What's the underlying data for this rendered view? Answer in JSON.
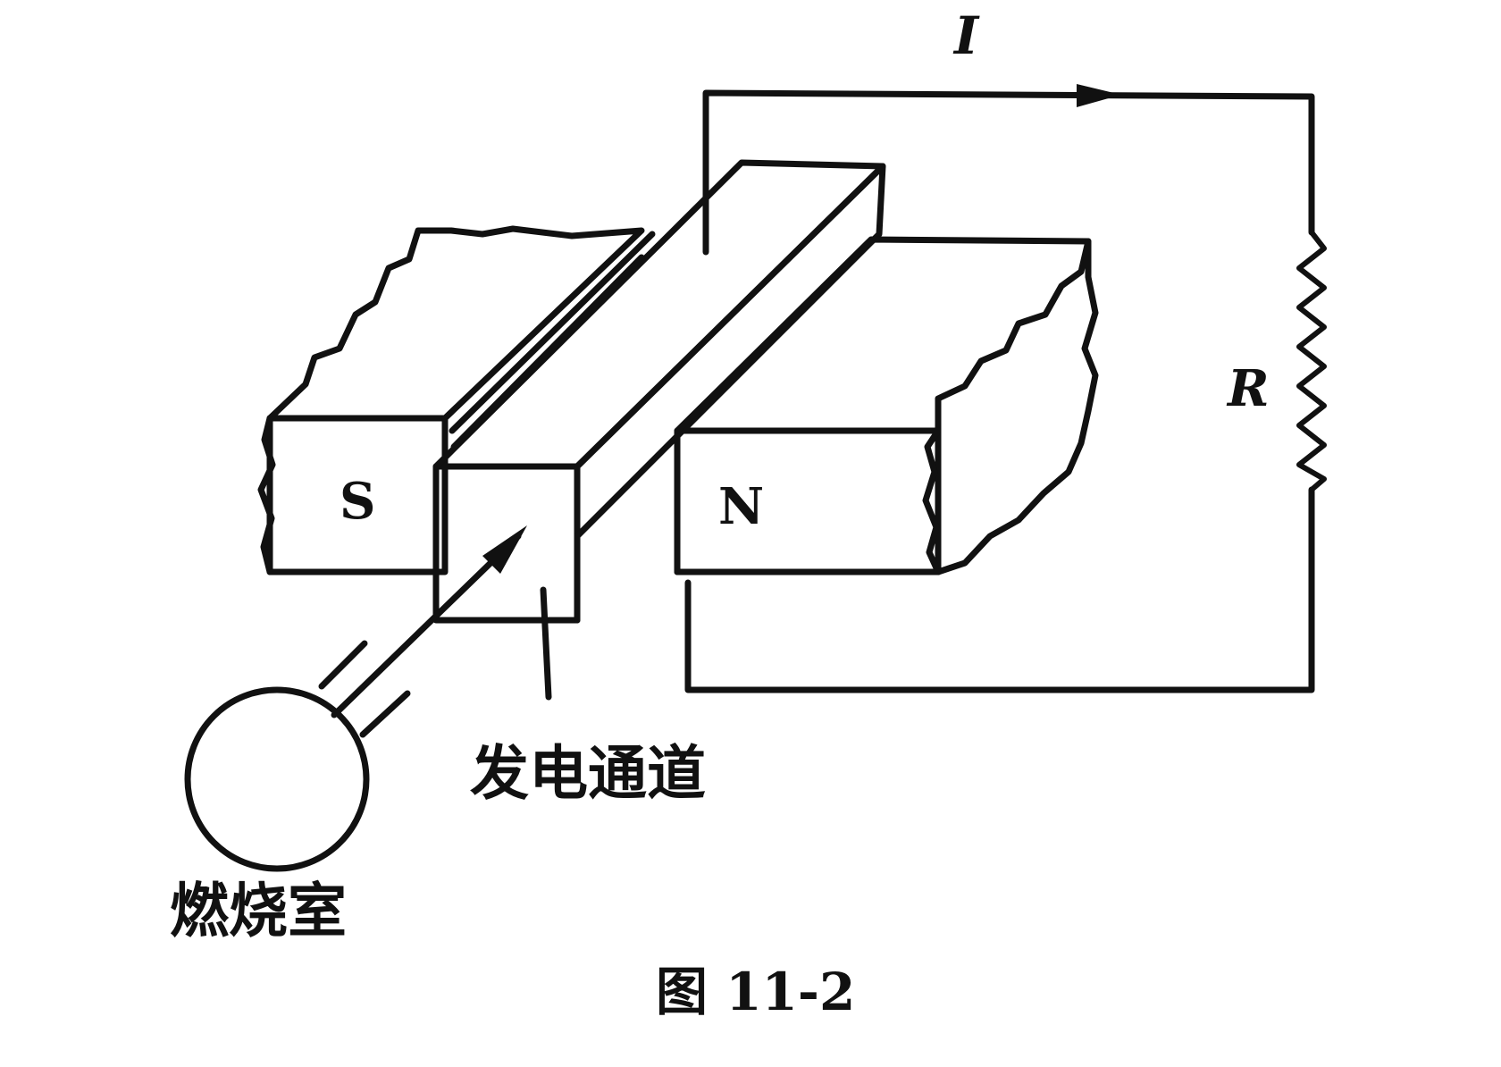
{
  "diagram": {
    "current_label": "I",
    "resistor_label": "R",
    "magnet_s_label": "S",
    "magnet_n_label": "N",
    "channel_label": "发电通道",
    "chamber_label": "燃烧室",
    "caption": "图 11-2"
  }
}
